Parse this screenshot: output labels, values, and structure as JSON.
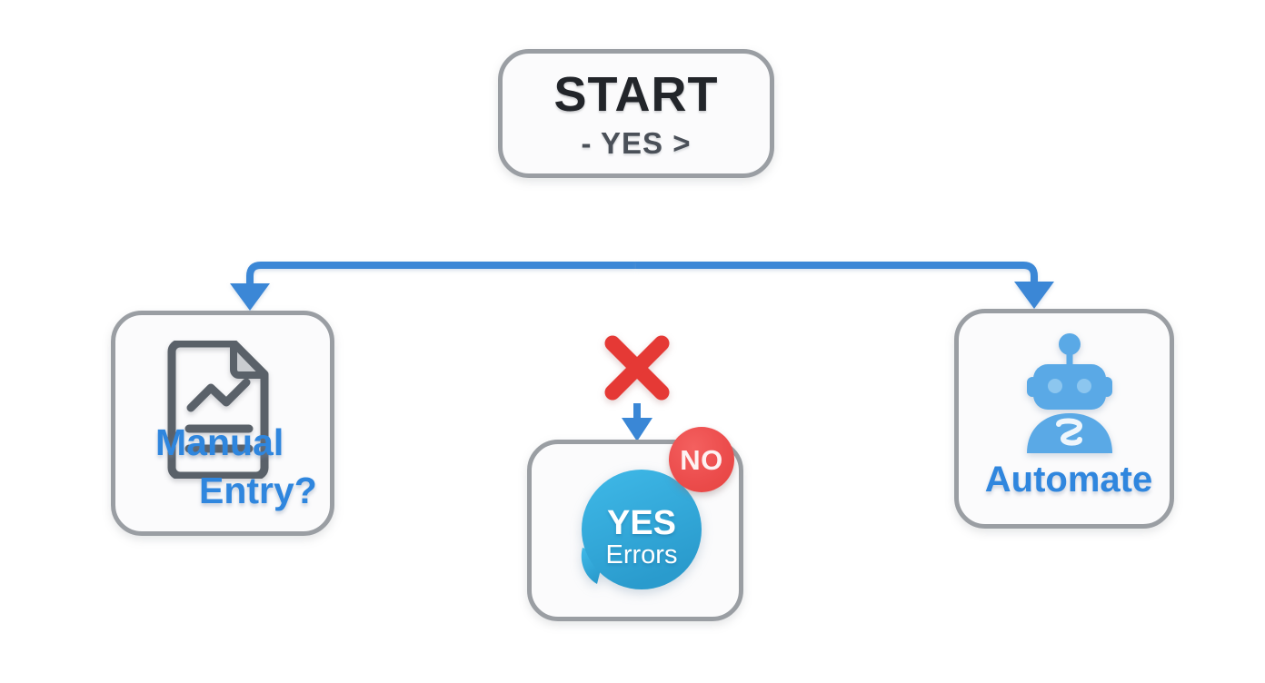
{
  "diagram": {
    "title": "Automation decision flowchart",
    "background": "#ffffff",
    "colors": {
      "connector_blue": "#3a87d6",
      "node_border_gray": "#9a9ea3",
      "node_fill": "#fbfbfc",
      "label_blue": "#2f86de",
      "bubble_blue": "#31ade0",
      "badge_red": "#ec4d4d",
      "x_red": "#e53935",
      "doc_gray": "#5a6169",
      "robot_blue": "#5aa9e6",
      "title_dark": "#22252a",
      "subtitle_gray": "#4a5058"
    }
  },
  "nodes": {
    "start": {
      "name": "start-node",
      "title": "START",
      "subtitle": "- YES >"
    },
    "manual": {
      "name": "manual-entry-node",
      "label_line1": "Manual",
      "label_line2": "Entry?",
      "icon": "document-chart-icon"
    },
    "errors": {
      "name": "errors-node",
      "bubble_primary": "YES",
      "bubble_secondary": "Errors",
      "badge": "NO",
      "icon": "speech-bubble-icon"
    },
    "automate": {
      "name": "automate-node",
      "label": "Automate",
      "icon": "robot-icon"
    }
  },
  "markers": {
    "x_mark": {
      "name": "x-mark-icon",
      "symbol": "✕"
    }
  },
  "connectors": [
    {
      "name": "start-to-bus",
      "from": "start",
      "to": "bus",
      "style": "vertical-line"
    },
    {
      "name": "bus-to-manual",
      "from": "bus",
      "to": "manual",
      "style": "elbow-arrow-down"
    },
    {
      "name": "bus-to-automate",
      "from": "bus",
      "to": "automate",
      "style": "elbow-arrow-down"
    },
    {
      "name": "x-to-errors",
      "from": "x-mark",
      "to": "errors",
      "style": "arrow-down"
    }
  ]
}
